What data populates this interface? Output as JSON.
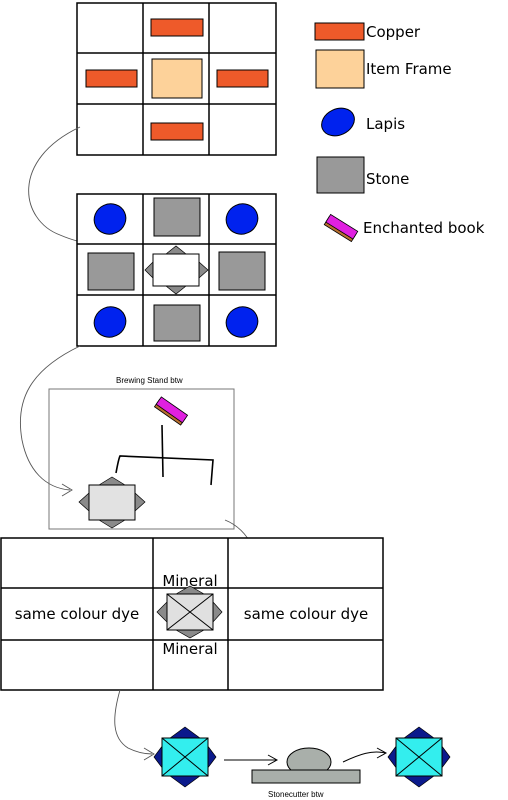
{
  "legend": {
    "copper": "Copper",
    "item_frame": "Item Frame",
    "lapis": "Lapis",
    "stone": "Stone",
    "enchanted_book": "Enchanted book"
  },
  "brewing_caption": "Brewing Stand btw",
  "crafting3": {
    "top_label": "Mineral",
    "bottom_label": "Mineral",
    "left_label": "same colour dye",
    "right_label": "same colour dye"
  },
  "stonecutter_caption": "Stonecutter btw",
  "colors": {
    "copper": "#ee5a2a",
    "item_frame": "#fdd29a",
    "lapis": "#0022ee",
    "stone": "#999999",
    "book": "#e020e0",
    "cyan": "#33eeee",
    "navy": "#0b1a8c"
  }
}
